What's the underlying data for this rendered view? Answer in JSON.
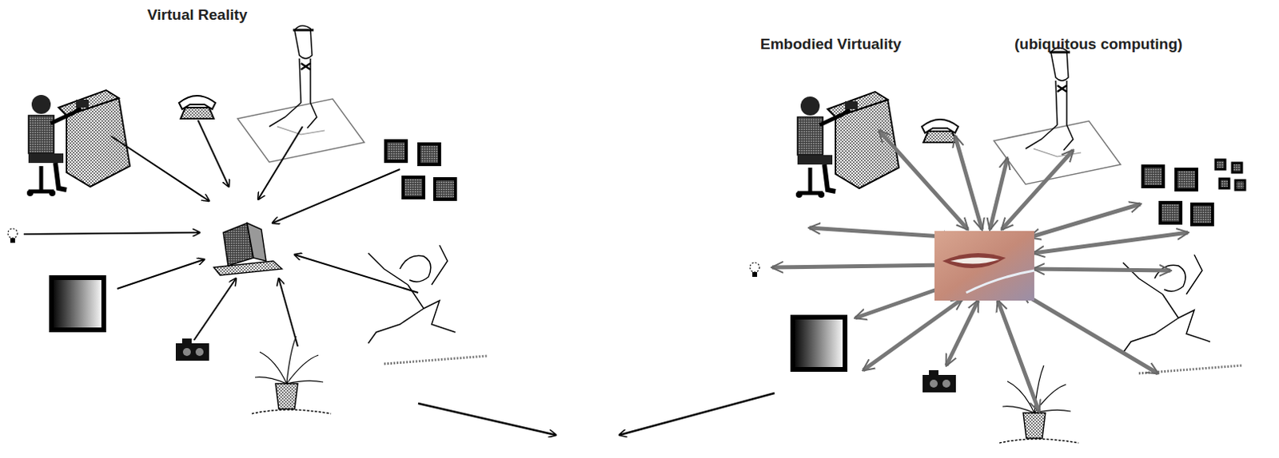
{
  "diagram": {
    "labels": [
      "Virtual Reality",
      "Embodied Virtuality",
      "(ubiquitous computing)"
    ]
  }
}
